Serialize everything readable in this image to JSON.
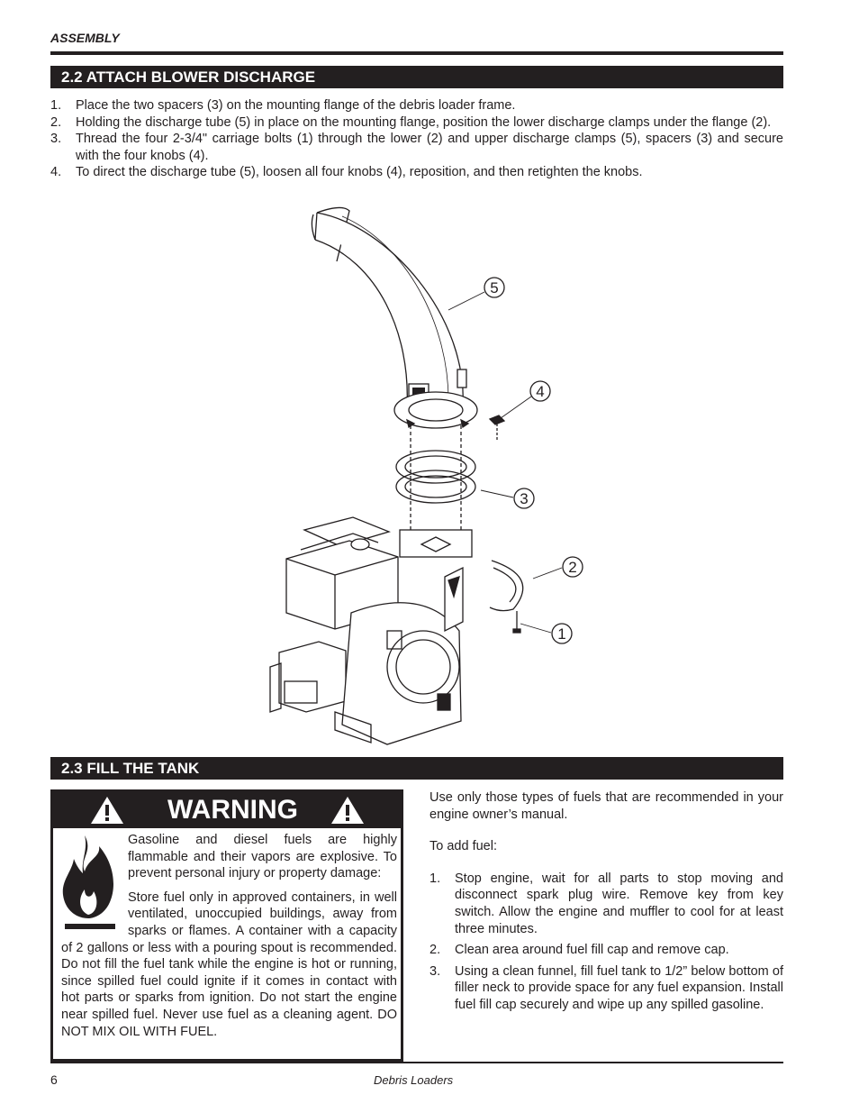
{
  "header": {
    "running_head": "ASSEMBLY"
  },
  "section_22": {
    "title": "2.2  ATTACH BLOWER DISCHARGE",
    "steps": [
      {
        "num": "1.",
        "text": "Place the two spacers (3) on the mounting flange of the debris loader frame."
      },
      {
        "num": "2.",
        "text": "Holding the discharge tube (5) in place on the mounting flange, position the lower discharge clamps under the flange (2)."
      },
      {
        "num": "3.",
        "text": "Thread the four 2-3/4\" carriage bolts (1) through the lower (2) and upper discharge clamps (5), spacers (3) and secure with the four knobs (4)."
      },
      {
        "num": "4.",
        "text": "To direct the discharge tube (5), loosen all four knobs (4), reposition, and then retighten the knobs."
      }
    ],
    "figure_callouts": [
      "5",
      "4",
      "3",
      "2",
      "1"
    ]
  },
  "section_23": {
    "title": "2.3  FILL THE TANK",
    "warning": {
      "title": "WARNING",
      "paragraph_1": "Gasoline and diesel fuels are highly flammable and their vapors are explosive. To prevent personal injury or property damage:",
      "paragraph_2": "Store fuel only in approved containers, in well ventilated, unoccupied buildings, away from sparks or flames. A container with a capacity of 2 gallons or less with a pouring spout is recommended. Do not fill the fuel tank while the engine is hot or running, since spilled fuel could ignite if it comes in contact with hot parts or sparks from ignition.  Do not start the engine near spilled fuel.  Never use fuel as a cleaning agent. DO NOT MIX OIL WITH FUEL."
    },
    "intro": "Use only those types of fuels that are recommended in your engine owner’s manual.",
    "to_add": "To add fuel:",
    "steps": [
      {
        "num": "1.",
        "text": "Stop engine, wait for all parts to stop moving and disconnect spark plug wire. Remove key from key switch. Allow the engine and muffler to cool for at least three minutes."
      },
      {
        "num": "2.",
        "text": "Clean area around fuel fill cap and remove cap."
      },
      {
        "num": "3.",
        "text": "Using a clean funnel, fill fuel tank to 1/2” below bottom of filler neck to provide space for any fuel expansion. Install fuel fill cap securely and wipe up any spilled gasoline."
      }
    ]
  },
  "footer": {
    "page_number": "6",
    "title": "Debris Loaders"
  }
}
